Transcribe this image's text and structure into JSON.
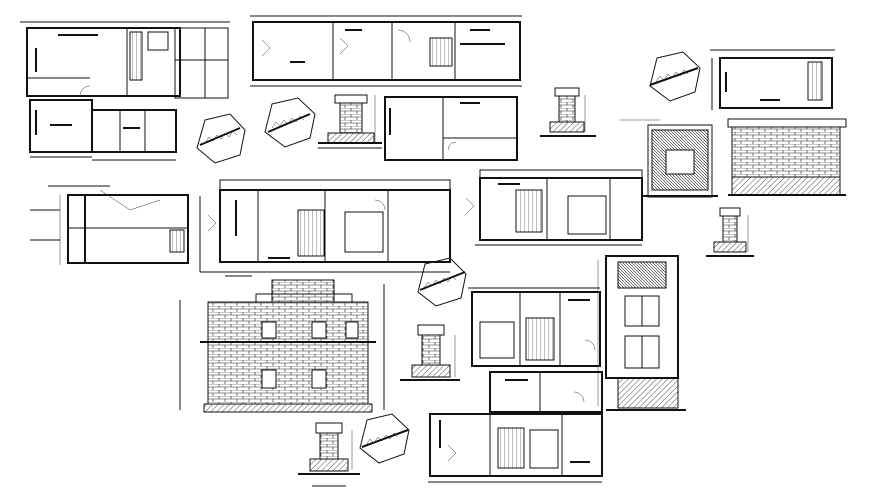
{
  "drawing": {
    "background": "#ffffff",
    "line_color": "#111111",
    "brick_fill": "#ffffff",
    "hatch_color": "#222222"
  },
  "components": [
    {
      "id": "plan-1",
      "kind": "floor-plan"
    },
    {
      "id": "plan-2",
      "kind": "floor-plan"
    },
    {
      "id": "plan-3",
      "kind": "floor-plan"
    },
    {
      "id": "plan-4",
      "kind": "floor-plan"
    },
    {
      "id": "plan-5",
      "kind": "floor-plan"
    },
    {
      "id": "plan-6",
      "kind": "floor-plan"
    },
    {
      "id": "plan-7",
      "kind": "floor-plan"
    },
    {
      "id": "plan-8",
      "kind": "floor-plan"
    },
    {
      "id": "plan-9",
      "kind": "floor-plan"
    },
    {
      "id": "plan-10",
      "kind": "floor-plan"
    },
    {
      "id": "section-1",
      "kind": "section"
    },
    {
      "id": "elevation-front",
      "kind": "brick-elevation"
    },
    {
      "id": "elevation-side",
      "kind": "elevation"
    },
    {
      "id": "elevation-small-1",
      "kind": "brick-elevation"
    },
    {
      "id": "elevation-small-2",
      "kind": "brick-elevation"
    },
    {
      "id": "footing-1",
      "kind": "footing-detail"
    },
    {
      "id": "footing-2",
      "kind": "footing-detail"
    },
    {
      "id": "footing-3",
      "kind": "footing-detail"
    },
    {
      "id": "footing-4",
      "kind": "footing-detail"
    },
    {
      "id": "footing-5",
      "kind": "footing-detail"
    },
    {
      "id": "stair-detail-1",
      "kind": "stair-detail"
    },
    {
      "id": "stair-detail-2",
      "kind": "stair-detail"
    },
    {
      "id": "stair-detail-3",
      "kind": "stair-detail"
    },
    {
      "id": "stair-detail-4",
      "kind": "stair-detail"
    },
    {
      "id": "stair-detail-5",
      "kind": "stair-detail"
    }
  ]
}
